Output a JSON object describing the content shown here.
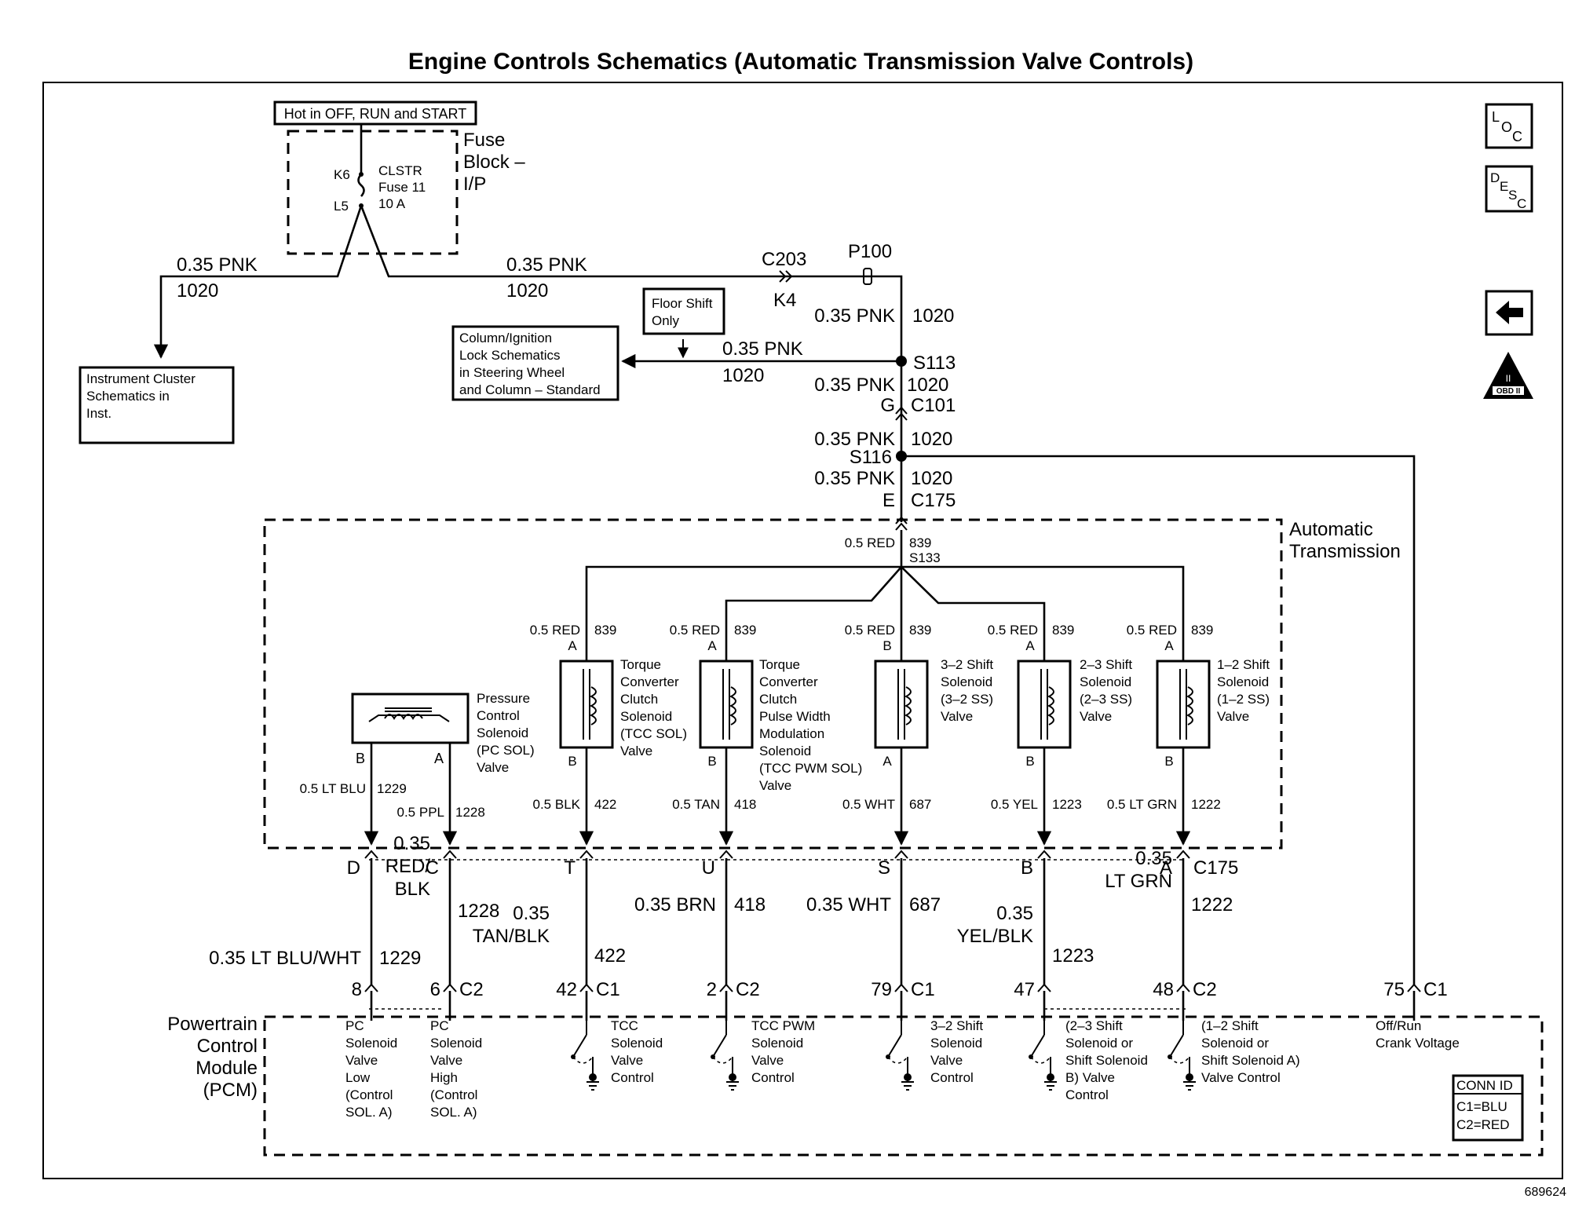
{
  "title": "Engine Controls Schematics (Automatic Transmission Valve Controls)",
  "page_id": "689624",
  "nav_icons": {
    "loc": "LOC",
    "desc": "DESC",
    "back": "back-arrow-icon",
    "obd": "OBD II"
  },
  "fuse_block": {
    "hot_label": "Hot in OFF, RUN and START",
    "name_lines": [
      "Fuse",
      "Block –",
      "I/P"
    ],
    "pin_top": "K6",
    "pin_bottom": "L5",
    "fuse_lines": [
      "CLSTR",
      "Fuse 11",
      "10 A"
    ]
  },
  "feed": {
    "left_wire": "0.35 PNK",
    "left_circuit": "1020",
    "right_wire": "0.35 PNK",
    "right_circuit": "1020",
    "c203": "C203",
    "k4": "K4",
    "p100": "P100",
    "vert_wire": "0.35 PNK",
    "vert_circuit": "1020",
    "s113": "S113",
    "col_wire": "0.35 PNK",
    "col_circuit": "1020",
    "after_s113_wire": "0.35 PNK",
    "after_s113_circuit": "1020",
    "g": "G",
    "c101": "C101",
    "after_c101_wire": "0.35 PNK",
    "after_c101_circuit": "1020",
    "s116": "S116",
    "after_s116_wire": "0.35 PNK",
    "after_s116_circuit": "1020",
    "e": "E",
    "c175": "C175"
  },
  "boxes": {
    "instrument_cluster": [
      "Instrument Cluster",
      "Schematics in",
      "Inst."
    ],
    "floor_shift": [
      "Floor Shift",
      "Only"
    ],
    "column_lock": [
      "Column/Ignition",
      "Lock Schematics",
      "in Steering Wheel",
      "and Column – Standard"
    ]
  },
  "auto_trans": {
    "label_lines": [
      "Automatic",
      "Transmission"
    ],
    "top_wire": "0.5 RED",
    "top_circuit": "839",
    "s133": "S133"
  },
  "solenoids": [
    {
      "name_lines": [
        "Pressure",
        "Control",
        "Solenoid",
        "(PC SOL)",
        "Valve"
      ],
      "pin_left": "B",
      "pin_right": "A",
      "out_left_wire": "0.5 LT BLU",
      "out_left_circuit": "1229",
      "out_right_wire": "0.5 PPL",
      "out_right_circuit": "1228"
    },
    {
      "name_lines": [
        "Torque",
        "Converter",
        "Clutch",
        "Solenoid",
        "(TCC SOL)",
        "Valve"
      ],
      "in_wire": "0.5 RED",
      "in_circuit": "839",
      "pin_top": "A",
      "pin_bottom": "B",
      "out_wire": "0.5 BLK",
      "out_circuit": "422"
    },
    {
      "name_lines": [
        "Torque",
        "Converter",
        "Clutch",
        "Pulse Width",
        "Modulation",
        "Solenoid",
        "(TCC PWM SOL)",
        "Valve"
      ],
      "in_wire": "0.5 RED",
      "in_circuit": "839",
      "pin_top": "A",
      "pin_bottom": "B",
      "out_wire": "0.5 TAN",
      "out_circuit": "418"
    },
    {
      "name_lines": [
        "3–2 Shift",
        "Solenoid",
        "(3–2 SS)",
        "Valve"
      ],
      "in_wire": "0.5 RED",
      "in_circuit": "839",
      "pin_top": "B",
      "pin_bottom": "A",
      "out_wire": "0.5 WHT",
      "out_circuit": "687"
    },
    {
      "name_lines": [
        "2–3 Shift",
        "Solenoid",
        "(2–3 SS)",
        "Valve"
      ],
      "in_wire": "0.5 RED",
      "in_circuit": "839",
      "pin_top": "A",
      "pin_bottom": "B",
      "out_wire": "0.5 YEL",
      "out_circuit": "1223"
    },
    {
      "name_lines": [
        "1–2 Shift",
        "Solenoid",
        "(1–2 SS)",
        "Valve"
      ],
      "in_wire": "0.5 RED",
      "in_circuit": "839",
      "pin_top": "A",
      "pin_bottom": "B",
      "out_wire": "0.5 LT GRN",
      "out_circuit": "1222"
    }
  ],
  "c175_pins": [
    "D",
    "C",
    "T",
    "U",
    "S",
    "B",
    "A"
  ],
  "c175_label": "C175",
  "harness": [
    {
      "wire_lines": [
        "0.35 LT BLU/WHT"
      ],
      "circuit": "1229",
      "pin": "8",
      "conn": ""
    },
    {
      "wire_lines": [
        "0.35",
        "RED/",
        "BLK"
      ],
      "circuit": "1228",
      "pin": "6",
      "conn": "C2"
    },
    {
      "wire_lines": [
        "0.35",
        "TAN/BLK"
      ],
      "circuit": "422",
      "pin": "42",
      "conn": "C1"
    },
    {
      "wire_lines": [
        "0.35 BRN"
      ],
      "circuit": "418",
      "pin": "2",
      "conn": "C2"
    },
    {
      "wire_lines": [
        "0.35 WHT"
      ],
      "circuit": "687",
      "pin": "79",
      "conn": "C1"
    },
    {
      "wire_lines": [
        "0.35",
        "YEL/BLK"
      ],
      "circuit": "1223",
      "pin": "47",
      "conn": ""
    },
    {
      "wire_lines": [
        "0.35",
        "LT GRN"
      ],
      "circuit": "1222",
      "pin": "48",
      "conn": "C2"
    },
    {
      "wire_lines": [],
      "circuit": "",
      "pin": "75",
      "conn": "C1"
    }
  ],
  "pcm": {
    "name_lines": [
      "Powertrain",
      "Control",
      "Module",
      "(PCM)"
    ],
    "functions": [
      [
        "PC",
        "Solenoid",
        "Valve",
        "Low",
        "(Control",
        "SOL. A)"
      ],
      [
        "PC",
        "Solenoid",
        "Valve",
        "High",
        "(Control",
        "SOL. A)"
      ],
      [
        "TCC",
        "Solenoid",
        "Valve",
        "Control"
      ],
      [
        "TCC PWM",
        "Solenoid",
        "Valve",
        "Control"
      ],
      [
        "3–2 Shift",
        "Solenoid",
        "Valve",
        "Control"
      ],
      [
        "(2–3 Shift",
        "Solenoid or",
        "Shift Solenoid",
        "B) Valve",
        "Control"
      ],
      [
        "(1–2 Shift",
        "Solenoid or",
        "Shift Solenoid A)",
        "Valve Control"
      ],
      [
        "Off/Run",
        "Crank Voltage"
      ]
    ],
    "conn_id": [
      "CONN ID",
      "C1=BLU",
      "C2=RED"
    ]
  }
}
